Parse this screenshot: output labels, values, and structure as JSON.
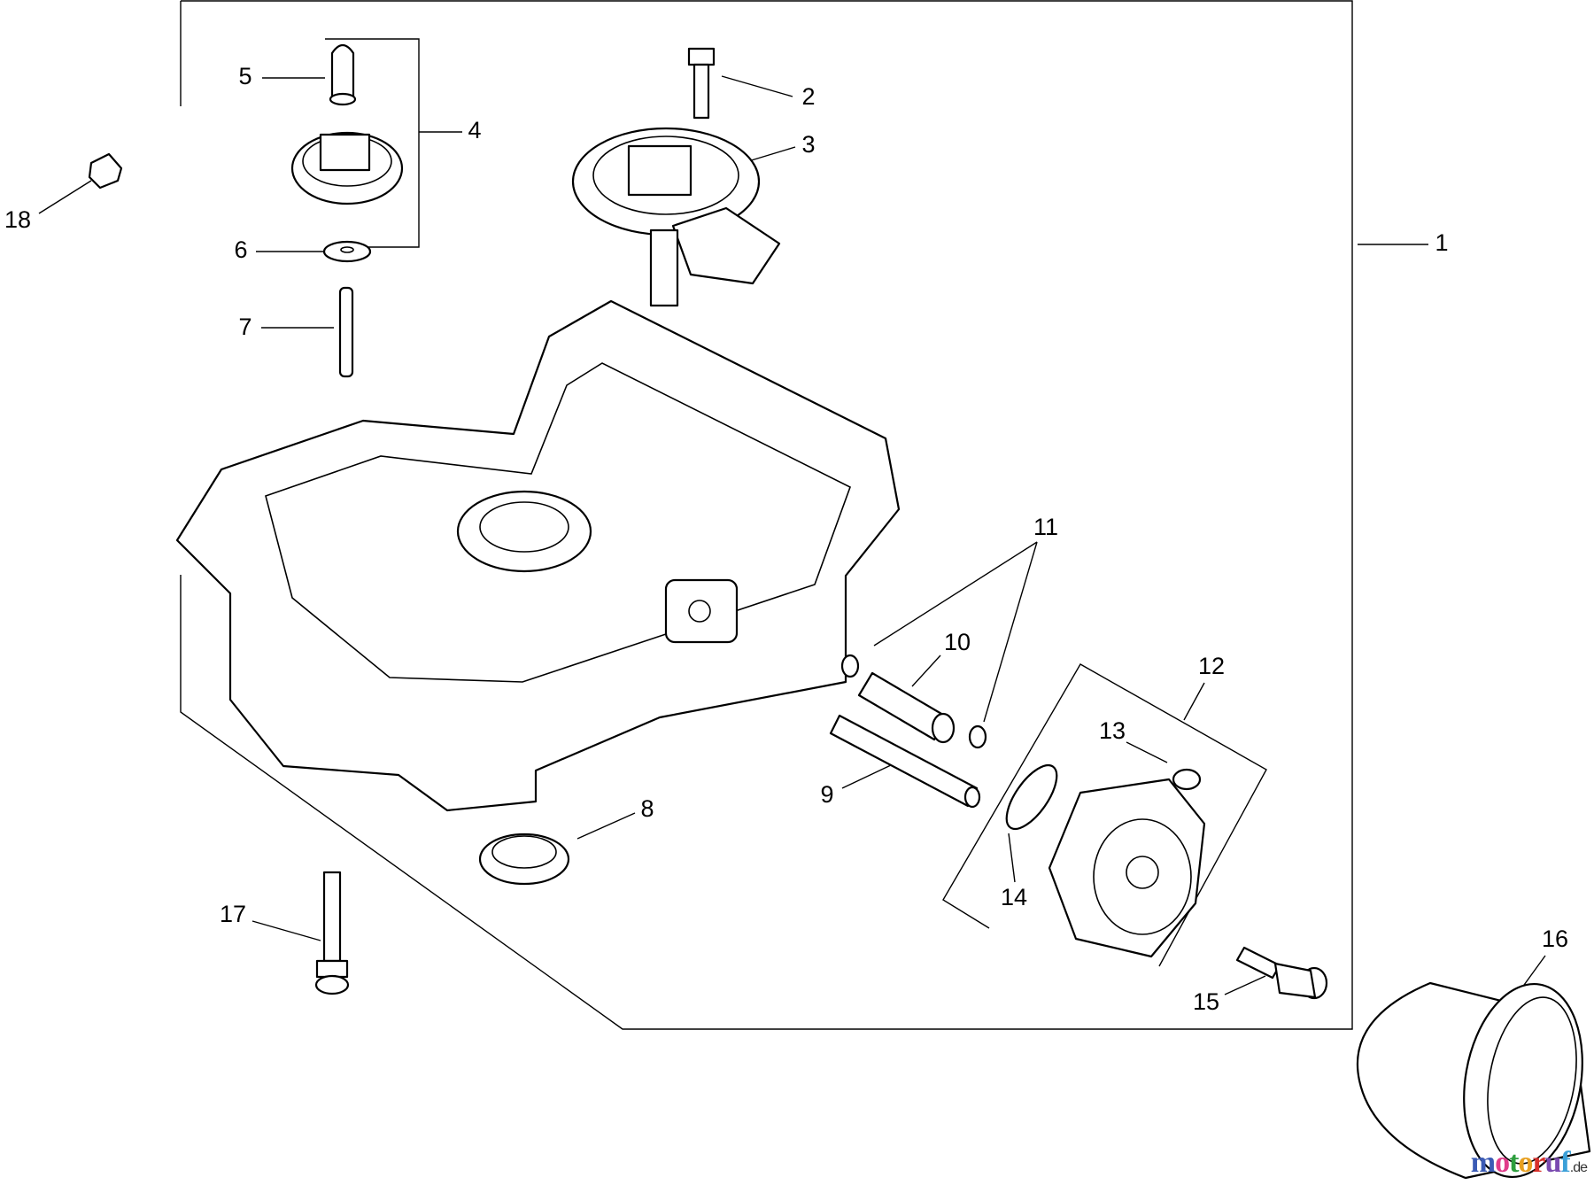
{
  "callouts": [
    "1",
    "2",
    "3",
    "4",
    "5",
    "6",
    "7",
    "8",
    "9",
    "10",
    "11",
    "12",
    "13",
    "14",
    "15",
    "16",
    "17",
    "18"
  ],
  "watermark": {
    "text": "motoruf",
    "suffix": ".de",
    "colors": [
      "#3b5bb5",
      "#e03c8a",
      "#2e9e3e",
      "#e8a020",
      "#d9302a",
      "#7a4ab0",
      "#3ba0d8"
    ]
  }
}
